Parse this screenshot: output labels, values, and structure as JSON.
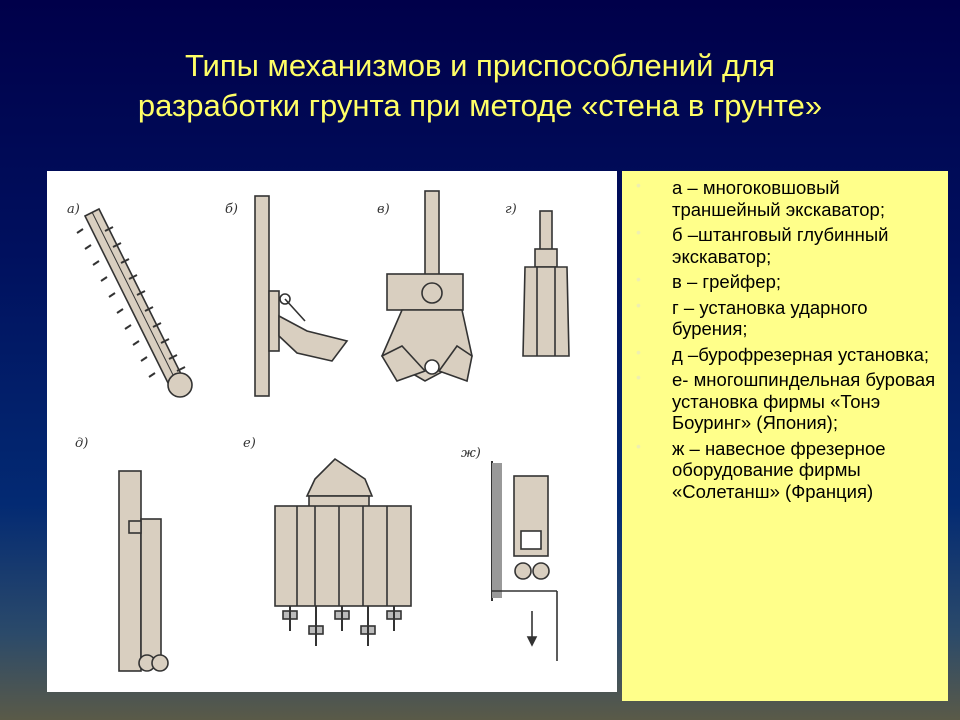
{
  "slide": {
    "title_line1": "Типы механизмов и приспособлений для",
    "title_line2": "разработки грунта при методе «стена в грунте»"
  },
  "figure": {
    "labels": [
      "а)",
      "б)",
      "в)",
      "г)",
      "д)",
      "е)",
      "ж)"
    ]
  },
  "legend": {
    "bullet": "•",
    "items": [
      "а – многоковшовый траншейный экскаватор;",
      "б –штанговый глубинный экскаватор;",
      "в – грейфер;",
      "г – установка ударного бурения;",
      "д –бурофрезерная установка;",
      "е- многошпиндельная буровая установка фирмы «Тонэ Боуринг» (Япония);",
      "ж – навесное фрезерное оборудование фирмы «Солетанш» (Франция)"
    ]
  },
  "colors": {
    "title": "#ffff66",
    "legend_bg": "#ffff8a",
    "drawing_fill": "#d9cfc0",
    "drawing_stroke": "#333333"
  }
}
